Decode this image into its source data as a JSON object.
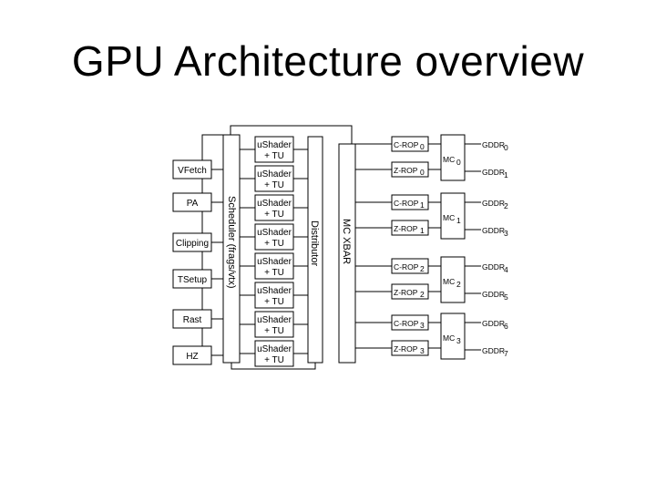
{
  "title": "GPU Architecture overview",
  "left_blocks": [
    "VFetch",
    "PA",
    "Clipping",
    "TSetup",
    "Rast",
    "HZ"
  ],
  "scheduler_label": "Scheduler (frags/vtx)",
  "distributor_label": "Distributor",
  "xbar_label": "MC XBAR",
  "shader": {
    "line1": "uShader",
    "line2": "+ TU",
    "count": 8
  },
  "rop_pairs": [
    {
      "c": "C-ROP",
      "z": "Z-ROP",
      "mc": "MC",
      "idx": "0",
      "ddr_a": "0",
      "ddr_b": "1"
    },
    {
      "c": "C-ROP",
      "z": "Z-ROP",
      "mc": "MC",
      "idx": "1",
      "ddr_a": "2",
      "ddr_b": "3"
    },
    {
      "c": "C-ROP",
      "z": "Z-ROP",
      "mc": "MC",
      "idx": "2",
      "ddr_a": "4",
      "ddr_b": "5"
    },
    {
      "c": "C-ROP",
      "z": "Z-ROP",
      "mc": "MC",
      "idx": "3",
      "ddr_a": "6",
      "ddr_b": "7"
    }
  ],
  "ddr_label": "GDDR"
}
